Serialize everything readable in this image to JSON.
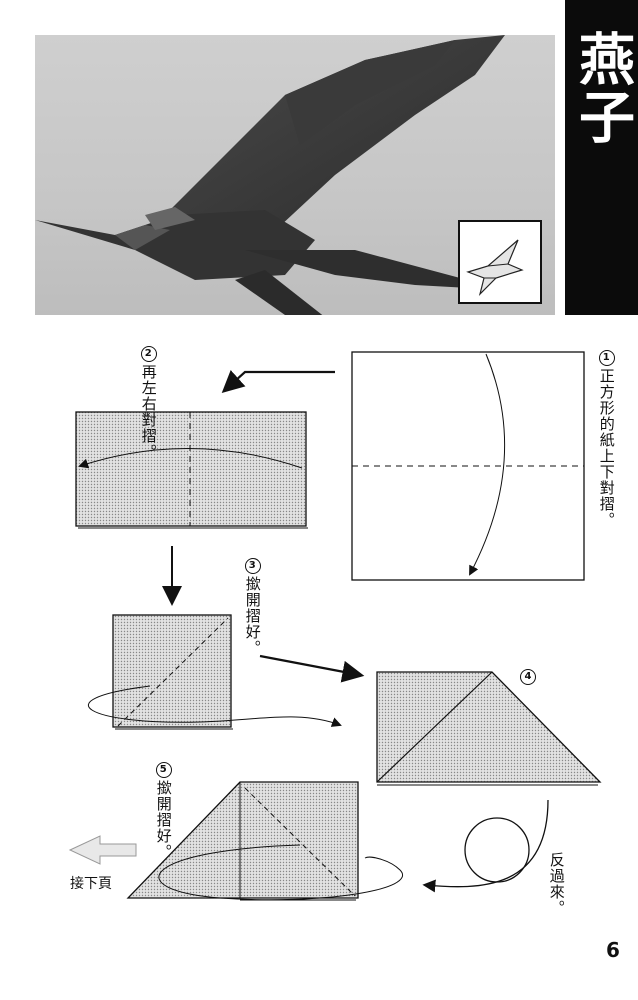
{
  "title": "燕子",
  "steps": {
    "step1": {
      "number": "1",
      "text": "正方形的紙上下對摺。"
    },
    "step2": {
      "number": "2",
      "text": "再左右對摺。"
    },
    "step3": {
      "number": "3",
      "text": "撳開摺好。"
    },
    "step4": {
      "number": "4"
    },
    "step5": {
      "number": "5",
      "text": "撳開摺好。"
    }
  },
  "flip_text": "反過來。",
  "next_page_text": "接下頁",
  "page_number": "6",
  "colors": {
    "title_bar": "#0b0b0b",
    "paper_shade": "#cfcfcf",
    "photo_bg": "#c8c8c8"
  }
}
